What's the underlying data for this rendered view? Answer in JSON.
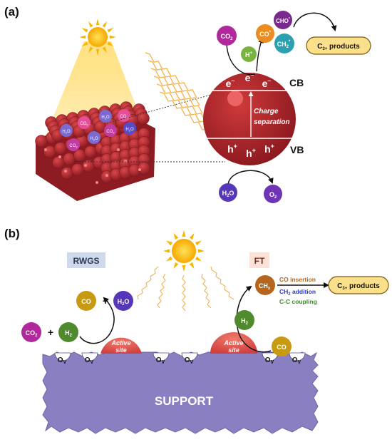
{
  "panel_a": {
    "label": "(a)",
    "band_cb": "CB",
    "band_vb": "VB",
    "electron": "e",
    "electron_sup": "–",
    "hole": "h",
    "hole_sup": "+",
    "separation_line1": "Charge",
    "separation_line2": "separation",
    "species": {
      "co2": {
        "main": "CO",
        "sub": "2"
      },
      "h_plus": {
        "main": "H",
        "sup": "+"
      },
      "co_star": {
        "main": "CO",
        "sup": "*"
      },
      "cho_star": {
        "main": "CHO",
        "sup": "*"
      },
      "ch2_star": {
        "main": "CH",
        "sub": "2",
        "sup": "*"
      },
      "h2o": {
        "main": "H",
        "sub": "2",
        "tail": "O"
      },
      "o2": {
        "main": "O",
        "sub": "2"
      }
    },
    "product": {
      "main": "C",
      "sub": "3+",
      "tail": " products"
    },
    "surface_labels": {
      "h2o": {
        "main": "H",
        "sub": "2",
        "tail": "O"
      },
      "co2": {
        "main": "CO",
        "sub": "2"
      }
    }
  },
  "panel_b": {
    "label": "(b)",
    "rwgs": "RWGS",
    "ft": "FT",
    "support": "SUPPORT",
    "active_site_line1": "Active",
    "active_site_line2": "site",
    "vacancy": {
      "main": "O",
      "sub": "V"
    },
    "plus": "+",
    "species": {
      "co2": {
        "main": "CO",
        "sub": "2"
      },
      "h2": {
        "main": "H",
        "sub": "2"
      },
      "co": "CO",
      "h2o": {
        "main": "H",
        "sub": "2",
        "tail": "O"
      },
      "chx": {
        "main": "CH",
        "sub": "x"
      }
    },
    "steps": {
      "co_insertion": "CO insertion",
      "ch2_addition": {
        "main": "CH",
        "sub": "2",
        "tail": " addition"
      },
      "cc_coupling": "C-C coupling"
    },
    "product": {
      "main": "C",
      "sub": "3+",
      "tail": " products"
    }
  },
  "colors": {
    "catalyst_red": "#b5262c",
    "support_purple": "#8a7fc0",
    "sun_yellow": "#f7b500",
    "light_wave": "#f2b24a",
    "co2_magenta": "#b0289b",
    "h_plus_green": "#78b33f",
    "co_orange": "#ec8b1e",
    "cho_purple": "#7a2a8e",
    "ch2_teal": "#2aa0b0",
    "h2o_violet": "#5637b7",
    "o2_purple": "#7035b5",
    "h2_green": "#4f8a2c",
    "co_olive": "#c79a12",
    "chx_brown": "#b5651d",
    "product_fill": "#fbe08c",
    "rwgs_box": "#cfd9ec",
    "ft_box": "#fde0d6",
    "co_insertion_text": "#b5651d",
    "ch2_addition_text": "#2a37c9",
    "cc_coupling_text": "#3a8a28"
  },
  "icons": [
    "sun-icon",
    "light-wave-icon",
    "curved-arrow-icon",
    "straight-arrow-icon",
    "catalyst-cube-icon",
    "catalyst-sphere-icon"
  ]
}
